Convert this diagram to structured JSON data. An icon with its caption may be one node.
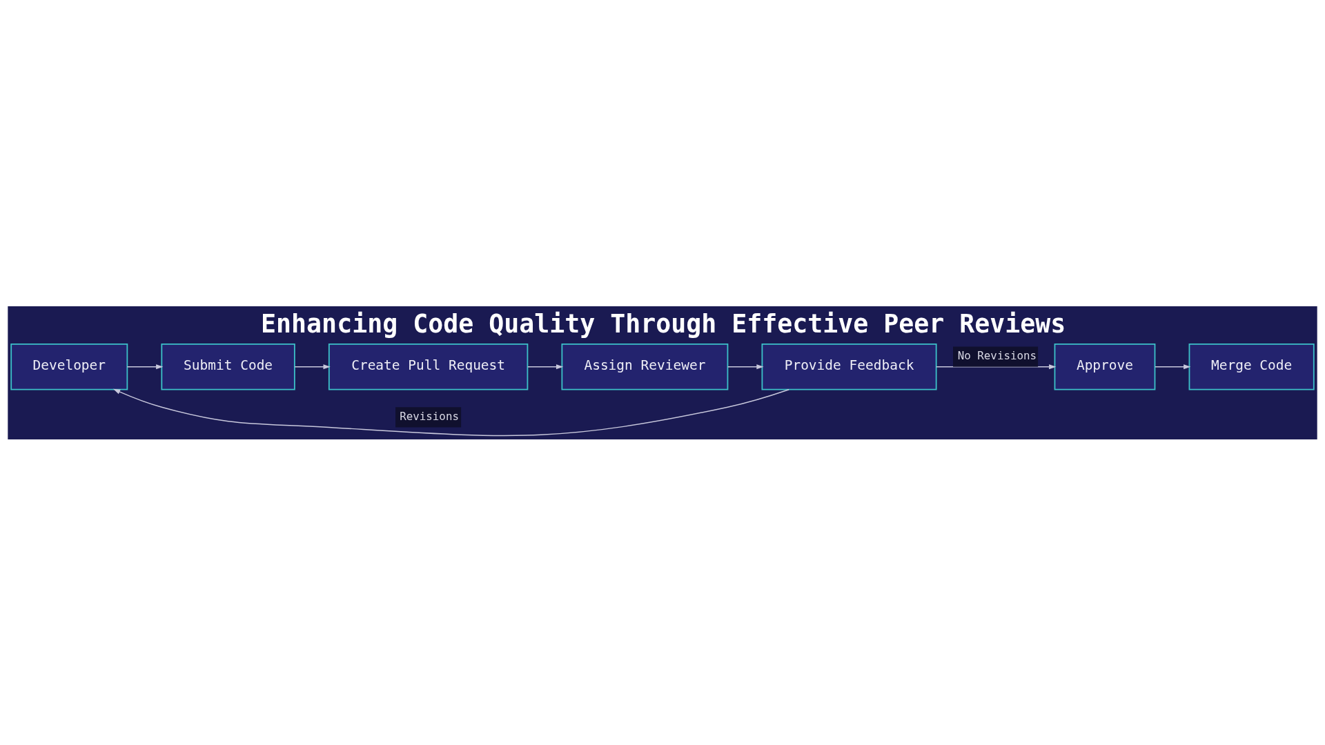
{
  "diagram": {
    "title": "Enhancing Code Quality Through Effective Peer Reviews",
    "nodes": [
      {
        "text": [
          "Developer"
        ]
      },
      {
        "text": [
          "Submit Code"
        ]
      },
      {
        "text": [
          "Create Pull Request"
        ]
      },
      {
        "text": [
          "Assign Reviewer"
        ]
      },
      {
        "text": [
          "Provide Feedback"
        ]
      },
      {
        "text": [
          "Approve"
        ]
      },
      {
        "text": [
          "Merge Code"
        ]
      }
    ],
    "edges": [
      {
        "from": 0,
        "to": 1,
        "arrow": "to"
      },
      {
        "from": 1,
        "to": 2,
        "arrow": "to"
      },
      {
        "from": 2,
        "to": 3,
        "arrow": "to"
      },
      {
        "from": 3,
        "to": 4,
        "arrow": "to"
      },
      {
        "from": 4,
        "to": 5,
        "label": "No Revisions",
        "arrow": "to"
      },
      {
        "from": 5,
        "to": 6,
        "arrow": "to"
      },
      {
        "from": 4,
        "to": 0,
        "label": "Revisions",
        "arrow": "to"
      }
    ]
  }
}
